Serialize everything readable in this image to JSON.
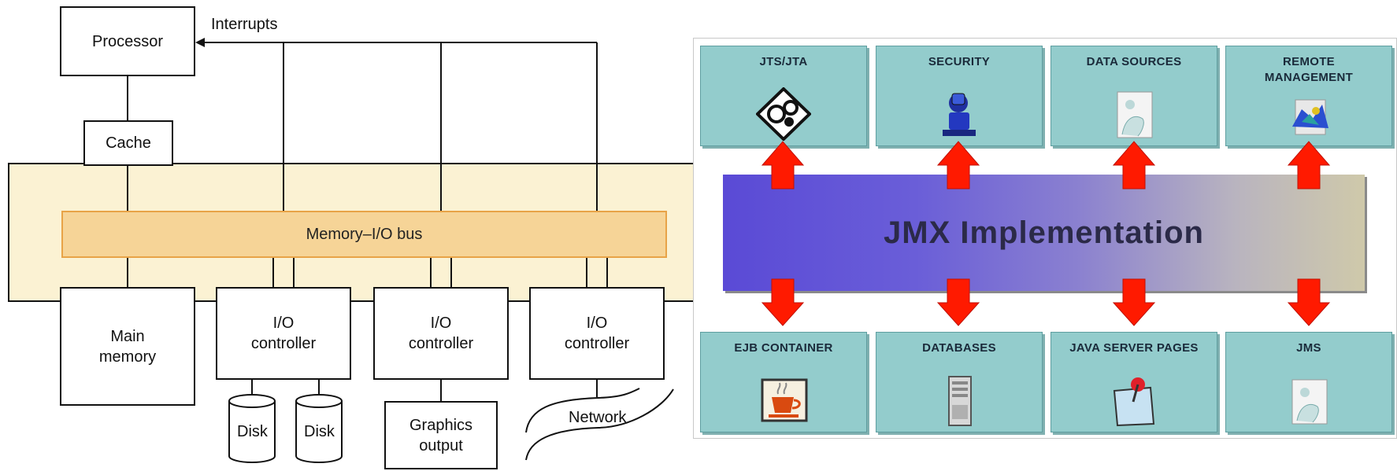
{
  "left_diagram": {
    "processor": "Processor",
    "interrupts": "Interrupts",
    "cache": "Cache",
    "bus": "Memory–I/O bus",
    "main_memory": "Main\nmemory",
    "io_controllers": [
      "I/O\ncontroller",
      "I/O\ncontroller",
      "I/O\ncontroller"
    ],
    "disks": [
      "Disk",
      "Disk"
    ],
    "graphics": "Graphics\noutput",
    "network": "Network"
  },
  "right_diagram": {
    "center": "JMX Implementation",
    "top_services": [
      "JTS/JTA",
      "SECURITY",
      "DATA SOURCES",
      "REMOTE\nMANAGEMENT"
    ],
    "bottom_services": [
      "EJB CONTAINER",
      "DATABASES",
      "JAVA SERVER PAGES",
      "JMS"
    ],
    "arrow_color": "#ff1a00",
    "box_color": "#93cccc"
  }
}
